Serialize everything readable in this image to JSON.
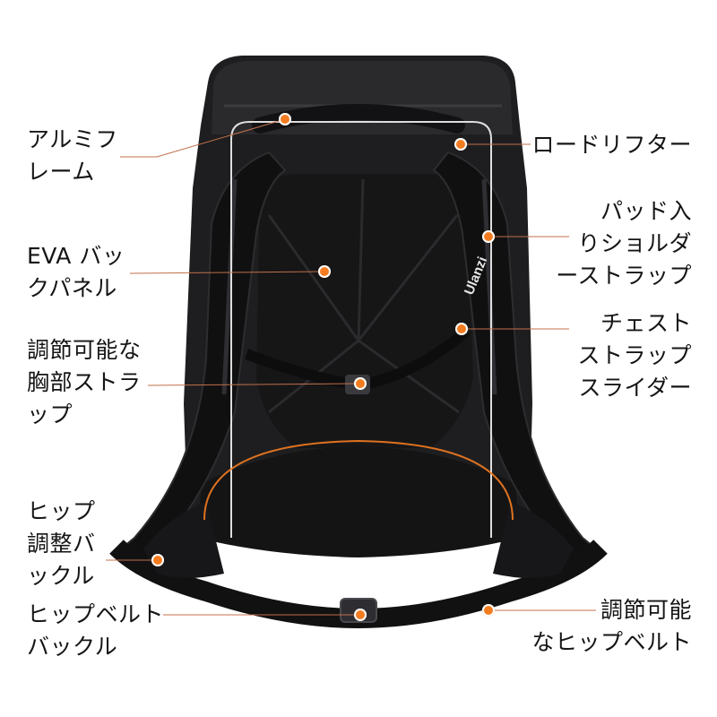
{
  "brand_logo": "Ulanzi",
  "colors": {
    "accent": "#f47c20",
    "leader_line": "#c0704a",
    "bag_body": "#1e1e20",
    "frame_outline": "#f3f3f3"
  },
  "callouts": {
    "aluminum_frame": [
      "アルミフ",
      "レーム"
    ],
    "eva_back_panel": [
      "EVA バッ",
      "クパネル"
    ],
    "adjustable_chest_strap": [
      "調節可能な",
      "胸部ストラ",
      "ップ"
    ],
    "hip_adjust_buckle": [
      "ヒップ",
      "調整バ",
      "ックル"
    ],
    "hip_belt_buckle": [
      "ヒップベルト",
      "バックル"
    ],
    "load_lifter": [
      "ロードリフター"
    ],
    "padded_shoulder_strap": [
      "パッド入",
      "りショルダ",
      "ーストラップ"
    ],
    "chest_strap_slider": [
      "チェスト",
      "ストラップ",
      "スライダー"
    ],
    "adjustable_hip_belt": [
      "調節可能",
      "なヒップベルト"
    ]
  }
}
